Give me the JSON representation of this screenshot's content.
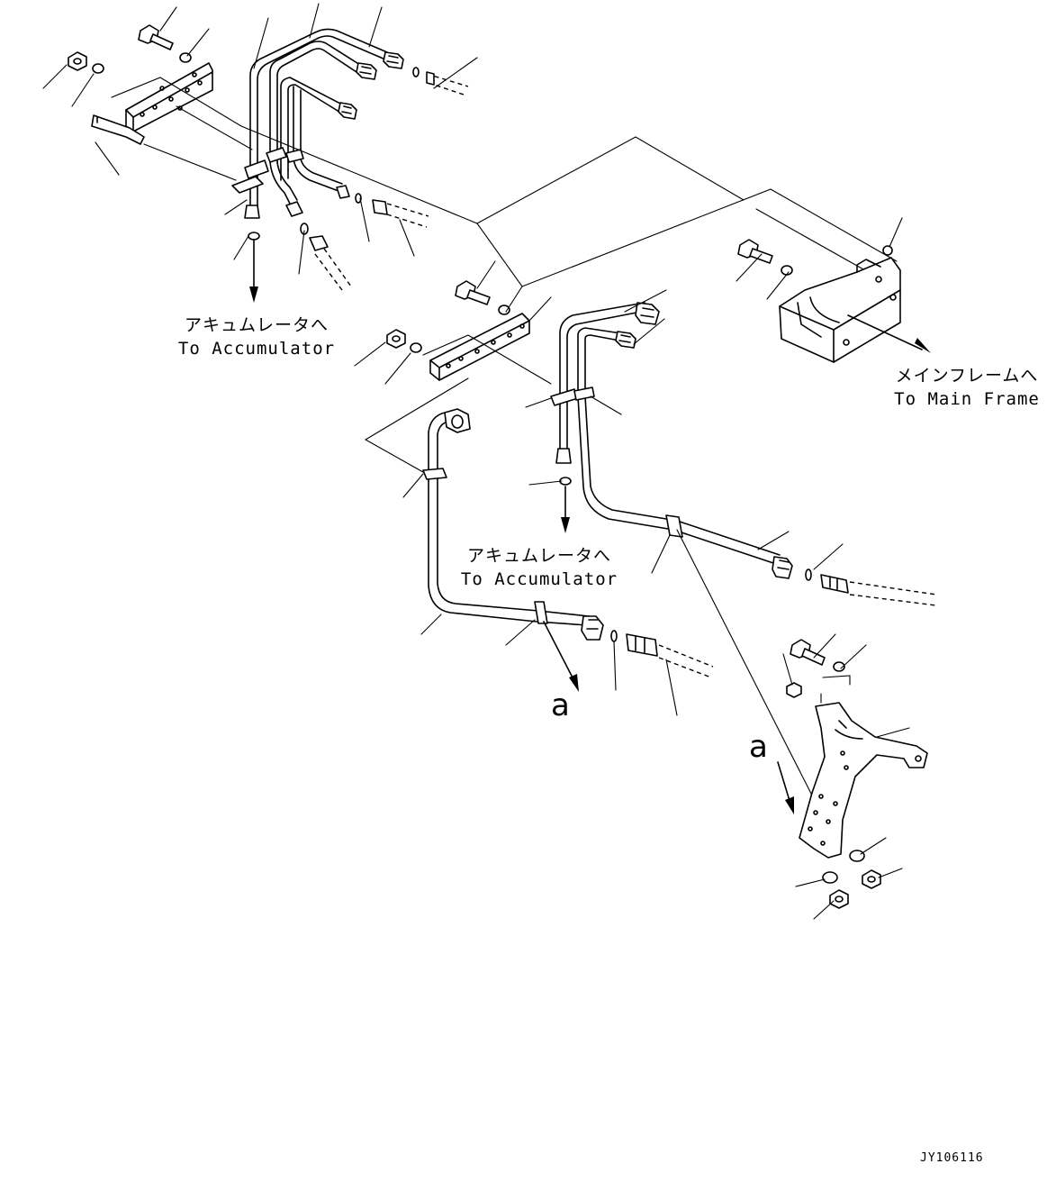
{
  "labels": {
    "accum_1_jp": "アキュムレータへ",
    "accum_1_en": "To Accumulator",
    "accum_2_jp": "アキュムレータへ",
    "accum_2_en": "To Accumulator",
    "main_frame_jp": "メインフレームへ",
    "main_frame_en": "To Main Frame",
    "detail_a_1": "a",
    "detail_a_2": "a",
    "drawing_code": "JY106116"
  }
}
